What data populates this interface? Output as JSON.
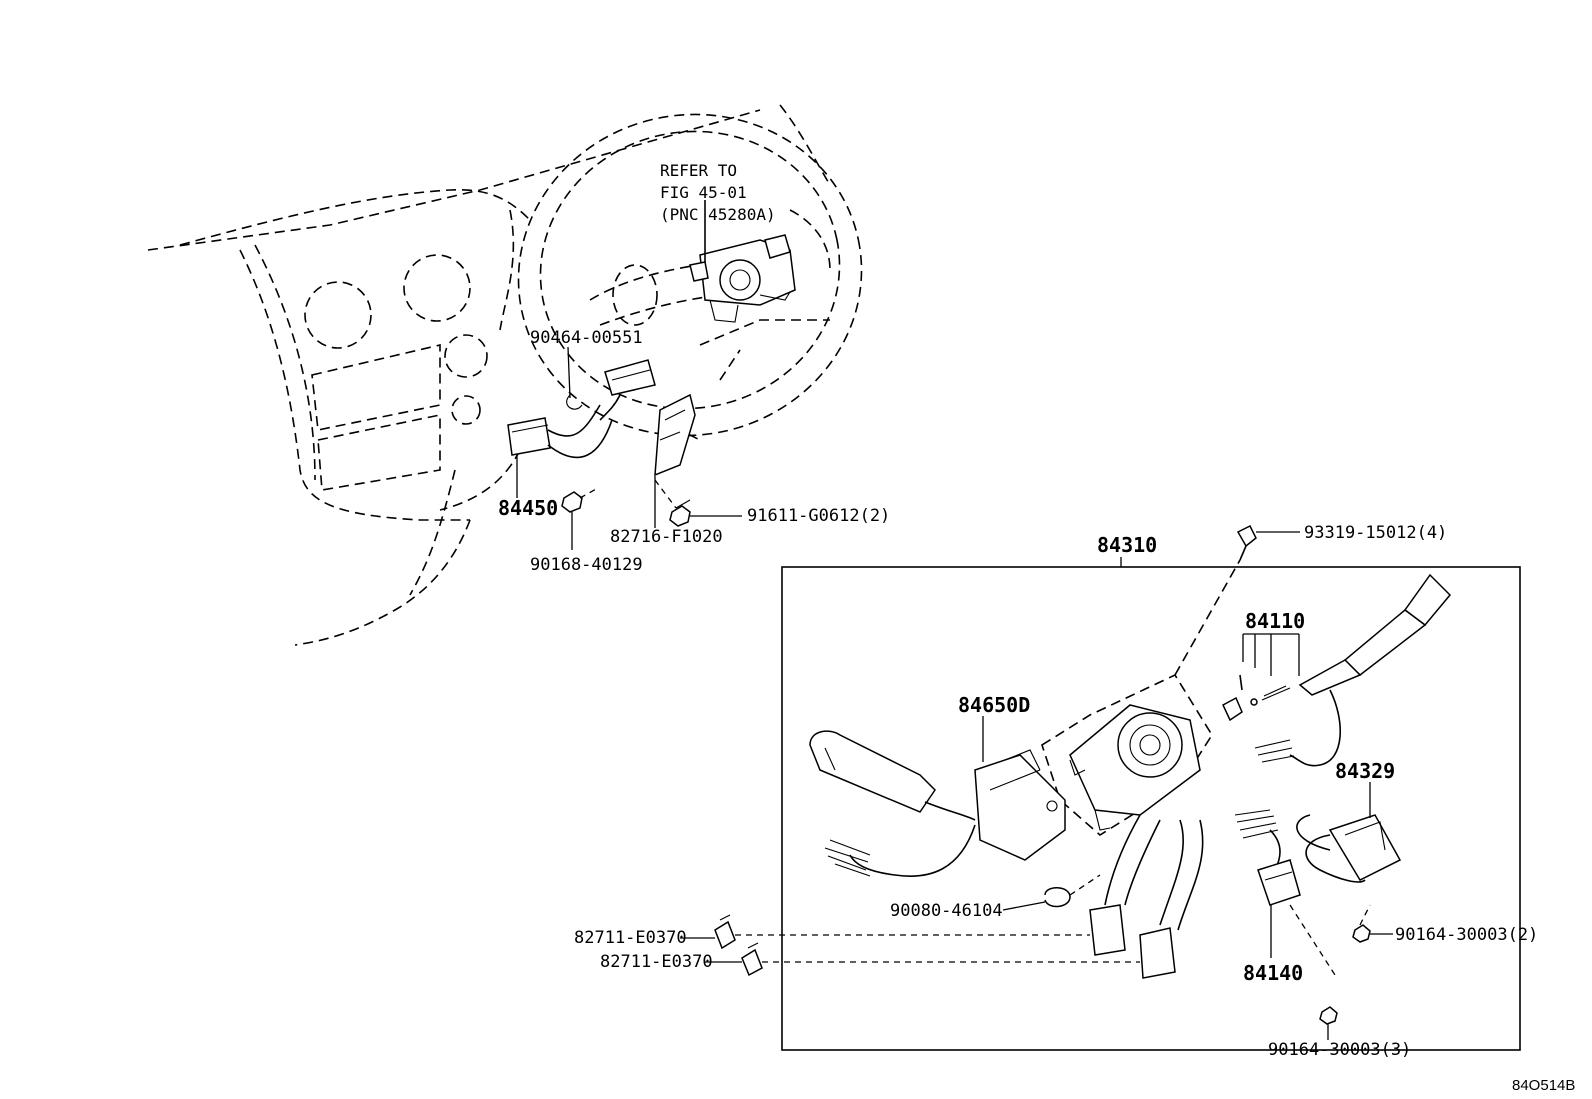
{
  "reference_note": {
    "line1": "REFER TO",
    "line2": "FIG 45-01",
    "line3": "(PNC 45280A)"
  },
  "labels": {
    "p90464": "90464-00551",
    "p84450": "84450",
    "p90168": "90168-40129",
    "p82716": "82716-F1020",
    "p91611": "91611-G0612(2)",
    "p84310": "84310",
    "p93319": "93319-15012(4)",
    "p84110": "84110",
    "p84650D": "84650D",
    "p84329": "84329",
    "p90080": "90080-46104",
    "p82711a": "82711-E0370",
    "p82711b": "82711-E0370",
    "p90164a": "90164-30003(2)",
    "p84140": "84140",
    "p90164b": "90164-30003(3)"
  },
  "figure_code": "84O514B"
}
